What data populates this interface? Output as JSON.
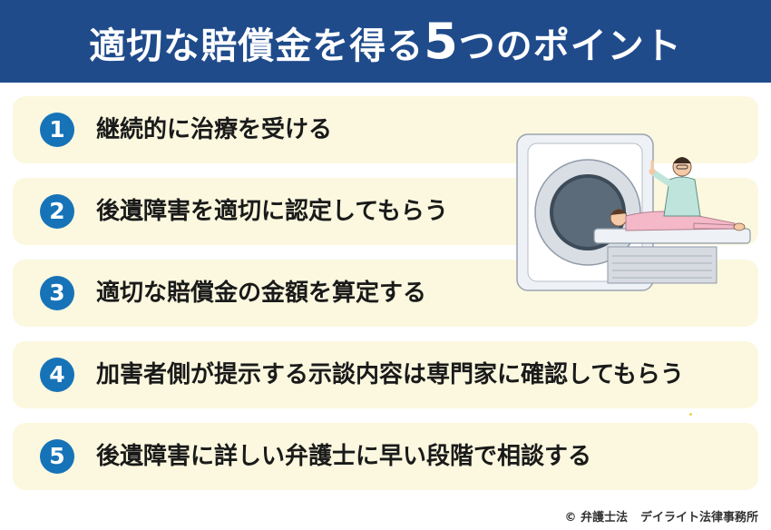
{
  "header": {
    "title_prefix": "適切な賠償金を得る",
    "title_number": "5",
    "title_suffix": "つのポイント"
  },
  "points": [
    {
      "number": "1",
      "text": "継続的に治療を受ける"
    },
    {
      "number": "2",
      "text": "後遺障害を適切に認定してもらう"
    },
    {
      "number": "3",
      "text": "適切な賠償金の金額を算定する"
    },
    {
      "number": "4",
      "text": "加害者側が提示する示談内容は専門家に確認してもらう"
    },
    {
      "number": "5",
      "text": "後遺障害に詳しい弁護士に早い段階で相談する"
    }
  ],
  "footer": {
    "copyright": "© 弁護士法",
    "firm": "デイライト法律事務所"
  },
  "colors": {
    "header_bg": "#1f4b8b",
    "card_bg": "#fbf8df",
    "number_badge": "#1673b8"
  }
}
